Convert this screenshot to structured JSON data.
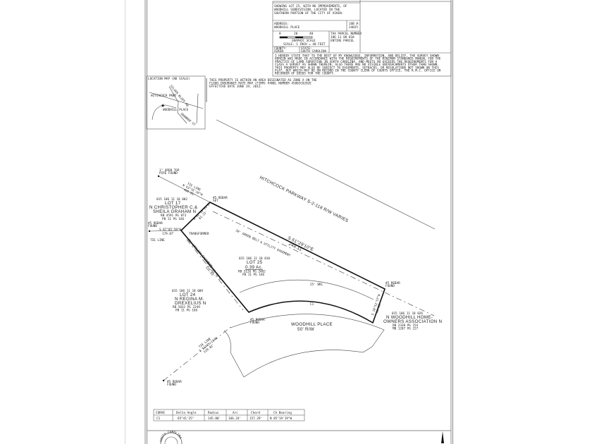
{
  "title_block": {
    "description": [
      "SHOWING LOT 25, WITH NO IMPROVEMENTS, OF",
      "WOODHILL SUBDIVISION, LOCATED IN THE",
      "SOUTHERN PORTION OF THE CITY OF AIKEN."
    ],
    "address_label": "ADDRESS:",
    "address_value": "WOODHILL PLACE",
    "job_label": "JOB #:",
    "job_value": "24025",
    "scale_ticks": [
      "0",
      "20",
      "40"
    ],
    "scale_title": "GRAPHIC SCALE",
    "scale_text": "SCALE: 1 INCH = 40 FEET",
    "tax_parcel_label": "TAX PARCEL NUMBER",
    "tax_parcel_value": "106 11 08 010",
    "tax_parcel_note": "ENTIRE PARCEL",
    "county_label": "COUNTY:",
    "county_value": "AIKEN",
    "state_label": "STATE:",
    "state_value": "SOUTH CAROLINA",
    "certification": [
      "I HEREBY STATE THAT TO THE BEST OF MY KNOWLEDGE, INFORMATION, AND BELIEF, THE SURVEY SHOWN",
      "HEREIN WAS MADE IN ACCORDANCE WITH THE REQUIREMENTS OF THE MINIMUM STANDARDS MANUAL FOR THE",
      "PRACTICE OF LAND SURVEYING IN SOUTH CAROLINA, AND MEETS OR EXCEEDS THE REQUIREMENTS FOR A",
      "CLASS A SURVEY AS SHOWN THEREIN; ALSO THERE ARE NO VISIBLE ENCROACHMENTS OTHER THAN SHOWN.",
      "THIS PROPERTY MAY ALSO BE SUBJECT TO EASEMENTS, SETBACKS, OR REGULATIONS NOT SHOWN ON THIS",
      "PLAT, BUT WHICH MAY BE ON RECORD IN THE COUNTY CLERK OF COURTS OFFICE, THE R.M.C. OFFICE OR",
      "RECORDER OF DEEDS FOR THE COUNTY."
    ]
  },
  "flood_note": [
    "THIS PROPERTY IS WITHIN AN AREA DESIGNATED AS ZONE X ON THE",
    "FLOOD INSURANCE RATE MAP (FIRM) PANEL NUMBER 45003C0282E",
    "EFFECTIVE DATE JUNE 19, 2012."
  ],
  "location_map": {
    "title": "LOCATION MAP (NO SCALE)",
    "labels": [
      "HITCHCOCK PKWY",
      "WOODHILL PLACE",
      "SILVER BLUFF RD",
      "GRANADE ST"
    ]
  },
  "plat": {
    "road_label": "HITCHCOCK PARKWAY S-2-118 R/W VARIES",
    "pipe_found": [
      "1\" OPEN TOP",
      "PIPE FOUND"
    ],
    "tie_line_1": [
      "TIE LINE",
      "N 63°16'16\"W",
      "468.05'"
    ],
    "rebar_set": [
      "#5 REBAR",
      "SET"
    ],
    "lot17": [
      "015 106 11 18 002",
      "LOT 17",
      "N CHRISTOPHER C.&",
      "SHEILA GRAHAM N",
      "RB 4591 PG 873",
      "PB 11 PG 166"
    ],
    "rebar_found_left": [
      "#5 REBAR",
      "FOUND"
    ],
    "tie_line_2": [
      "TIE LINE",
      "S 87°05'58\"W",
      "179.87'"
    ],
    "west_line": [
      "N 42°19'21\"E",
      "61.21'"
    ],
    "transformer": "TRANSFORMER",
    "utility_easement": "10' UTILITY EASEMENT",
    "green_belt": "30' GREEN BELT & UTILITY EASEMENT",
    "north_line": [
      "S 61°29'10\"E",
      "248.11'"
    ],
    "lot25": [
      "015 106 11 18 010",
      "LOT 25",
      "0.39 Ac.",
      "RB 5126 PG 2402",
      "PB 11 PG 166"
    ],
    "southwest_line": [
      "S 33°28'38\"W",
      "125.93'"
    ],
    "brl": "25' BRL",
    "rebar_found_east": [
      "#5 REBAR",
      "FOUND"
    ],
    "east_line": [
      "S 18°52'57\"W",
      "44.08'"
    ],
    "curve_label": "C1",
    "hoa": [
      "015 106 11 18 026",
      "N WOODHILL HOME-",
      "OWNERS ASSOCIATION N",
      "DB 2338 PG 154",
      "MB 1207 PG 227"
    ],
    "rebar_found_curve": [
      "#5 REBAR",
      "FOUND"
    ],
    "street": [
      "WOODHILL PLACE",
      "50' R/W"
    ],
    "lot24": [
      "015 106 11 18 009",
      "LOT 24",
      "N REGINA M.",
      "DREXELIUS N",
      "RB 5032 PG 2249",
      "PB 11 PG 166"
    ],
    "tie_line_3": [
      "TIE LINE",
      "S 51°45'11\"W",
      "128.82'"
    ],
    "rebar_found_south": [
      "#5 REBAR",
      "FOUND"
    ]
  },
  "curve_table": {
    "headers": [
      "CURVE",
      "Delta Angle",
      "Radius",
      "Arc",
      "Chord",
      "Ch Bearing"
    ],
    "rows": [
      [
        "C1",
        "65°41'25\"",
        "145.00'",
        "166.24'",
        "157.29'",
        "N 85°19'19\"W"
      ]
    ]
  },
  "seal_text": "SOUTH CAROLINA"
}
